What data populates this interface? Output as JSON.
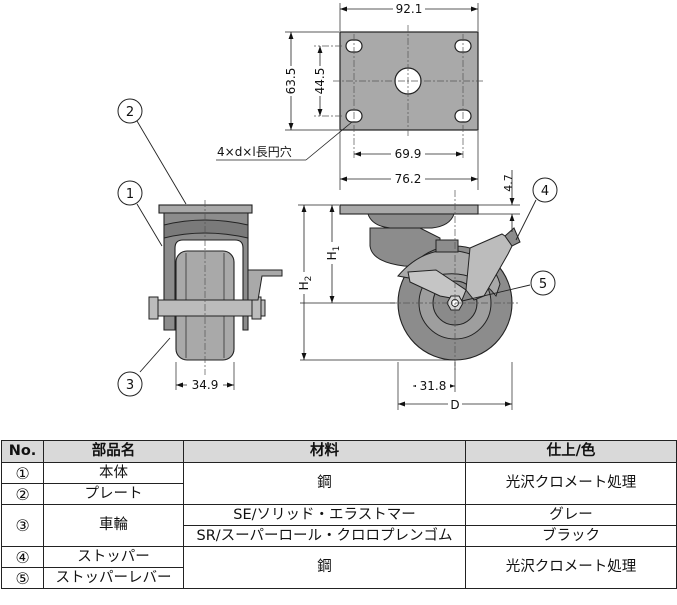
{
  "drawing": {
    "dimensions": {
      "plate_width": "92.1",
      "plate_height": "63.5",
      "hole_pitch_y": "44.5",
      "hole_pitch_x": "69.9",
      "plate_base_width": "76.2",
      "plate_thickness": "4.7",
      "wheel_width": "34.9",
      "offset": "31.8",
      "height_h1": "H",
      "height_h1_sub": "1",
      "height_h2": "H",
      "height_h2_sub": "2",
      "diameter": "D"
    },
    "hole_note": "4×d×l長円穴",
    "callouts": [
      "1",
      "2",
      "3",
      "4",
      "5"
    ]
  },
  "table": {
    "headers": [
      "No.",
      "部品名",
      "材料",
      "仕上/色"
    ],
    "rows": [
      {
        "no": "①",
        "part": "本体"
      },
      {
        "no": "②",
        "part": "プレート"
      },
      {
        "no": "③",
        "part": "車輪"
      },
      {
        "no": "④",
        "part": "ストッパー"
      },
      {
        "no": "⑤",
        "part": "ストッパーレバー"
      }
    ],
    "material_body_plate": "鋼",
    "finish_body_plate": "光沢クロメート処理",
    "material_wheel_se": "SE/ソリッド・エラストマー",
    "color_wheel_se": "グレー",
    "material_wheel_sr": "SR/スーパーロール・クロロプレンゴム",
    "color_wheel_sr": "ブラック",
    "material_stopper": "鋼",
    "finish_stopper": "光沢クロメート処理"
  }
}
